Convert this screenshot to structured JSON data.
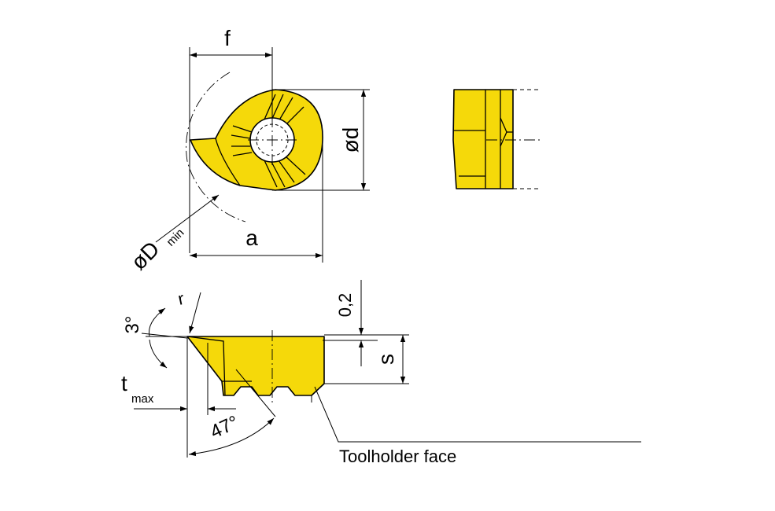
{
  "labels": {
    "f": "f",
    "d": "ød",
    "D": "øD",
    "D_sub": "min",
    "a": "a",
    "r": "r",
    "angle_3": "3°",
    "height_02": "0,2",
    "s": "s",
    "t": "t",
    "t_sub": "max",
    "angle_47": "47°",
    "toolholder_face": "Toolholder face"
  },
  "colors": {
    "insert_fill": "#f5d90a",
    "line": "#000000",
    "background": "#ffffff"
  }
}
